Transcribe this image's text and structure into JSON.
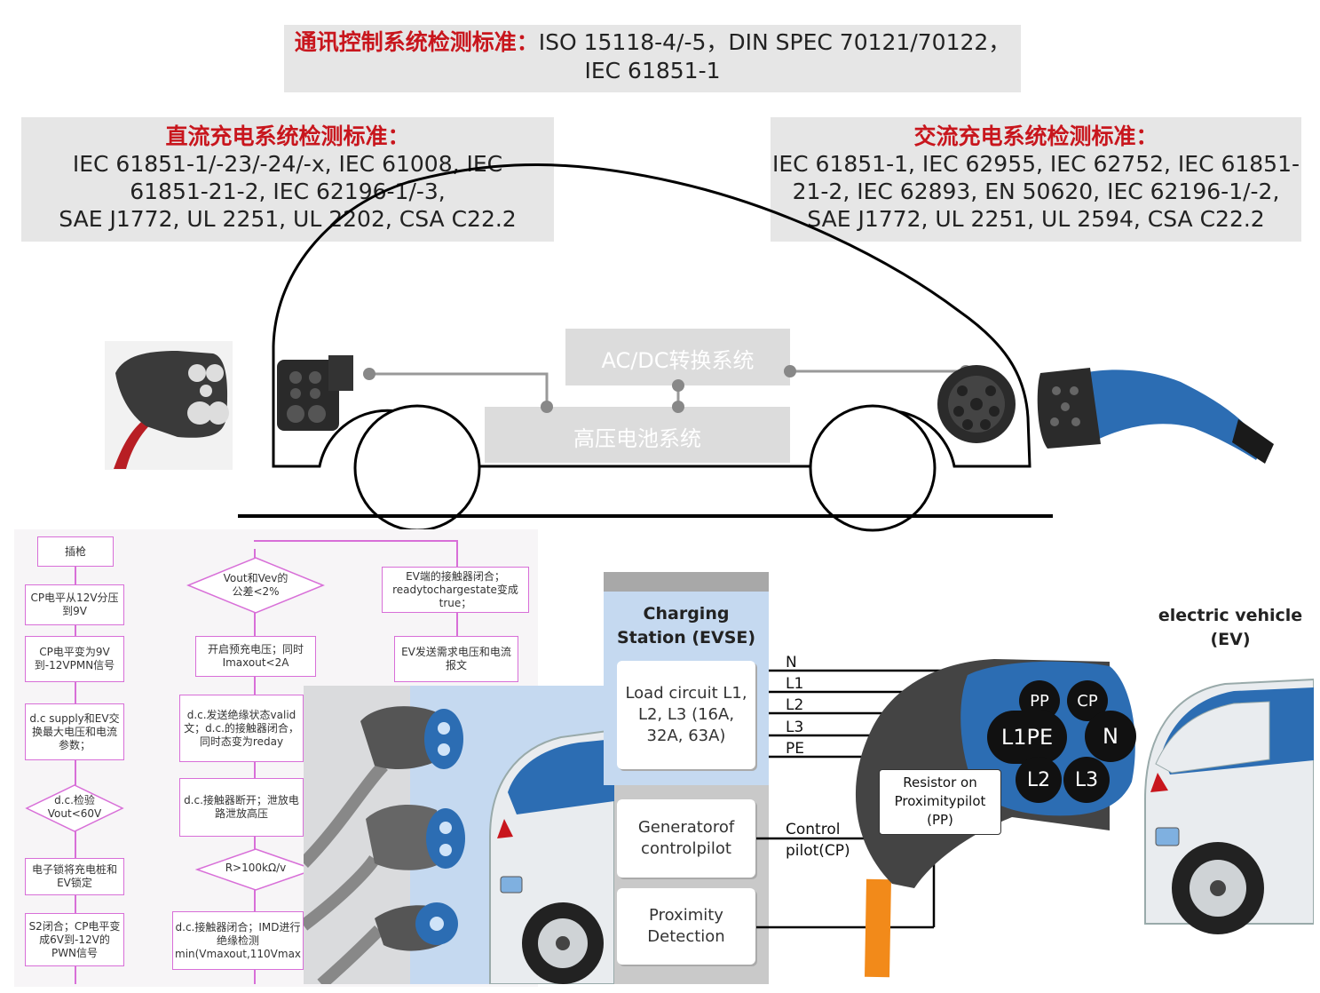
{
  "standards": {
    "comm": {
      "title": "通讯控制系统检测标准：",
      "line1": "ISO 15118-4/-5，DIN SPEC 70121/70122，",
      "line2": "IEC 61851-1"
    },
    "dc": {
      "title": "直流充电系统检测标准：",
      "line1": "IEC 61851-1/-23/-24/-x, IEC 61008, IEC",
      "line2": "61851-21-2, IEC 62196-1/-3,",
      "line3": "SAE J1772, UL 2251, UL 2202, CSA C22.2"
    },
    "ac": {
      "title": "交流充电系统检测标准：",
      "line1": "IEC 61851-1, IEC 62955, IEC 62752, IEC 61851-",
      "line2": "21-2, IEC 62893, EN 50620, IEC 62196-1/-2,",
      "line3": "SAE J1772, UL 2251, UL 2594,  CSA C22.2"
    }
  },
  "car": {
    "acdc_label": "AC/DC转换系统",
    "battery_label": "高压电池系统"
  },
  "flow": {
    "col1": [
      "插枪",
      "CP电平从12V分压到9V",
      "CP电平变为9V到-12VPMN信号",
      "d.c supply和EV交换最大电压和电流参数；",
      "d.c.检验Vout<60V",
      "电子锁将充电桩和EV锁定",
      "S2闭合；CP电平变成6V到-12V的PWN信号"
    ],
    "col2": [
      "Vout和Vev的公差<2%",
      "开启预充电压；同时Imaxout<2A",
      "d.c.发送绝缘状态valid文；d.c.的接触器闭合，同时态变为reday",
      "d.c.接触器断开；泄放电路泄放高压",
      "R>100kΩ/v",
      "d.c.接触器闭合；IMD进行绝缘检测min(Vmaxout,110Vmax"
    ],
    "col3": [
      "EV端的接触器闭合；readytochargestate变成true；",
      "EV发送需求电压和电流报文"
    ]
  },
  "evse": {
    "title": "Charging Station (EVSE)",
    "load": "Load circuit L1, L2, L3 (16A, 32A, 63A)",
    "generator": "Generatorof controlpilot",
    "proximity": "Proximity Detection",
    "wires": [
      "N",
      "L1",
      "L2",
      "L3",
      "PE"
    ],
    "control": "Control pilot(CP)",
    "resistor": "Resistor on Proximitypilot (PP)",
    "ev_label": "electric vehicle (EV)",
    "pins": {
      "pp": "PP",
      "cp": "CP",
      "l1pe": "L1PE",
      "n": "N",
      "l2": "L2",
      "l3": "L3"
    }
  },
  "colors": {
    "title_red": "#c8161d",
    "flow_pink": "#d86fd8",
    "evse_blue": "#c5d9f0",
    "plug_blue": "#2c6db3",
    "cable_orange": "#f28a1a",
    "dc_cable_red": "#b81e24"
  }
}
